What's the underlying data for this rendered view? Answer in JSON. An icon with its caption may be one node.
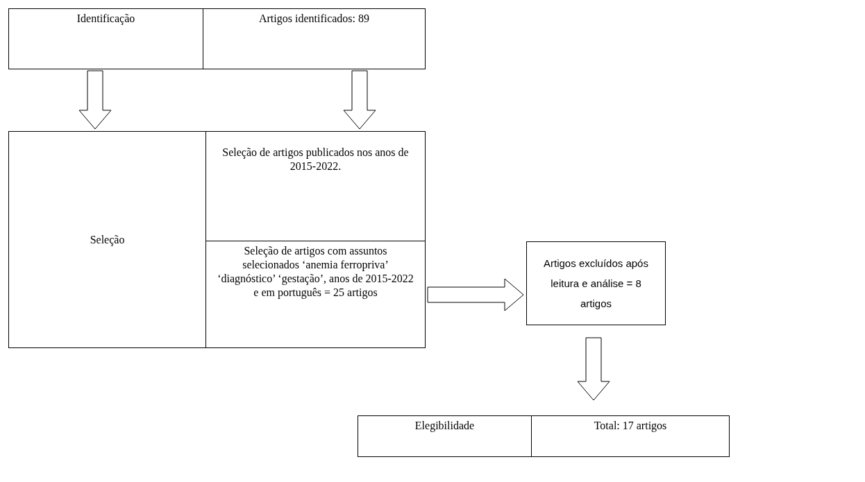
{
  "diagram": {
    "nodes": [
      {
        "text": [
          "Identificação"
        ]
      },
      {
        "text": [
          "Artigos identificados: 89"
        ]
      },
      {
        "text": [
          "Seleção"
        ]
      },
      {
        "text": [
          "Seleção de artigos publicados nos anos de 2015-2022."
        ]
      },
      {
        "text": [
          "Seleção de artigos com assuntos selecionados ‘anemia ferropriva’ ‘diagnóstico’ ‘gestação’, anos de 2015-2022 e em português = 25 artigos"
        ]
      },
      {
        "text": [
          "Artigos excluídos após leitura e análise = 8 artigos"
        ]
      },
      {
        "text": [
          "Elegibilidade"
        ]
      },
      {
        "text": [
          "Total: 17 artigos"
        ]
      }
    ],
    "edges": [
      {
        "from": 0,
        "to": 2,
        "arrow": "to"
      },
      {
        "from": 1,
        "to": 3,
        "arrow": "to"
      },
      {
        "from": 4,
        "to": 5,
        "arrow": "to"
      },
      {
        "from": 5,
        "to": 7,
        "arrow": "to"
      }
    ]
  }
}
